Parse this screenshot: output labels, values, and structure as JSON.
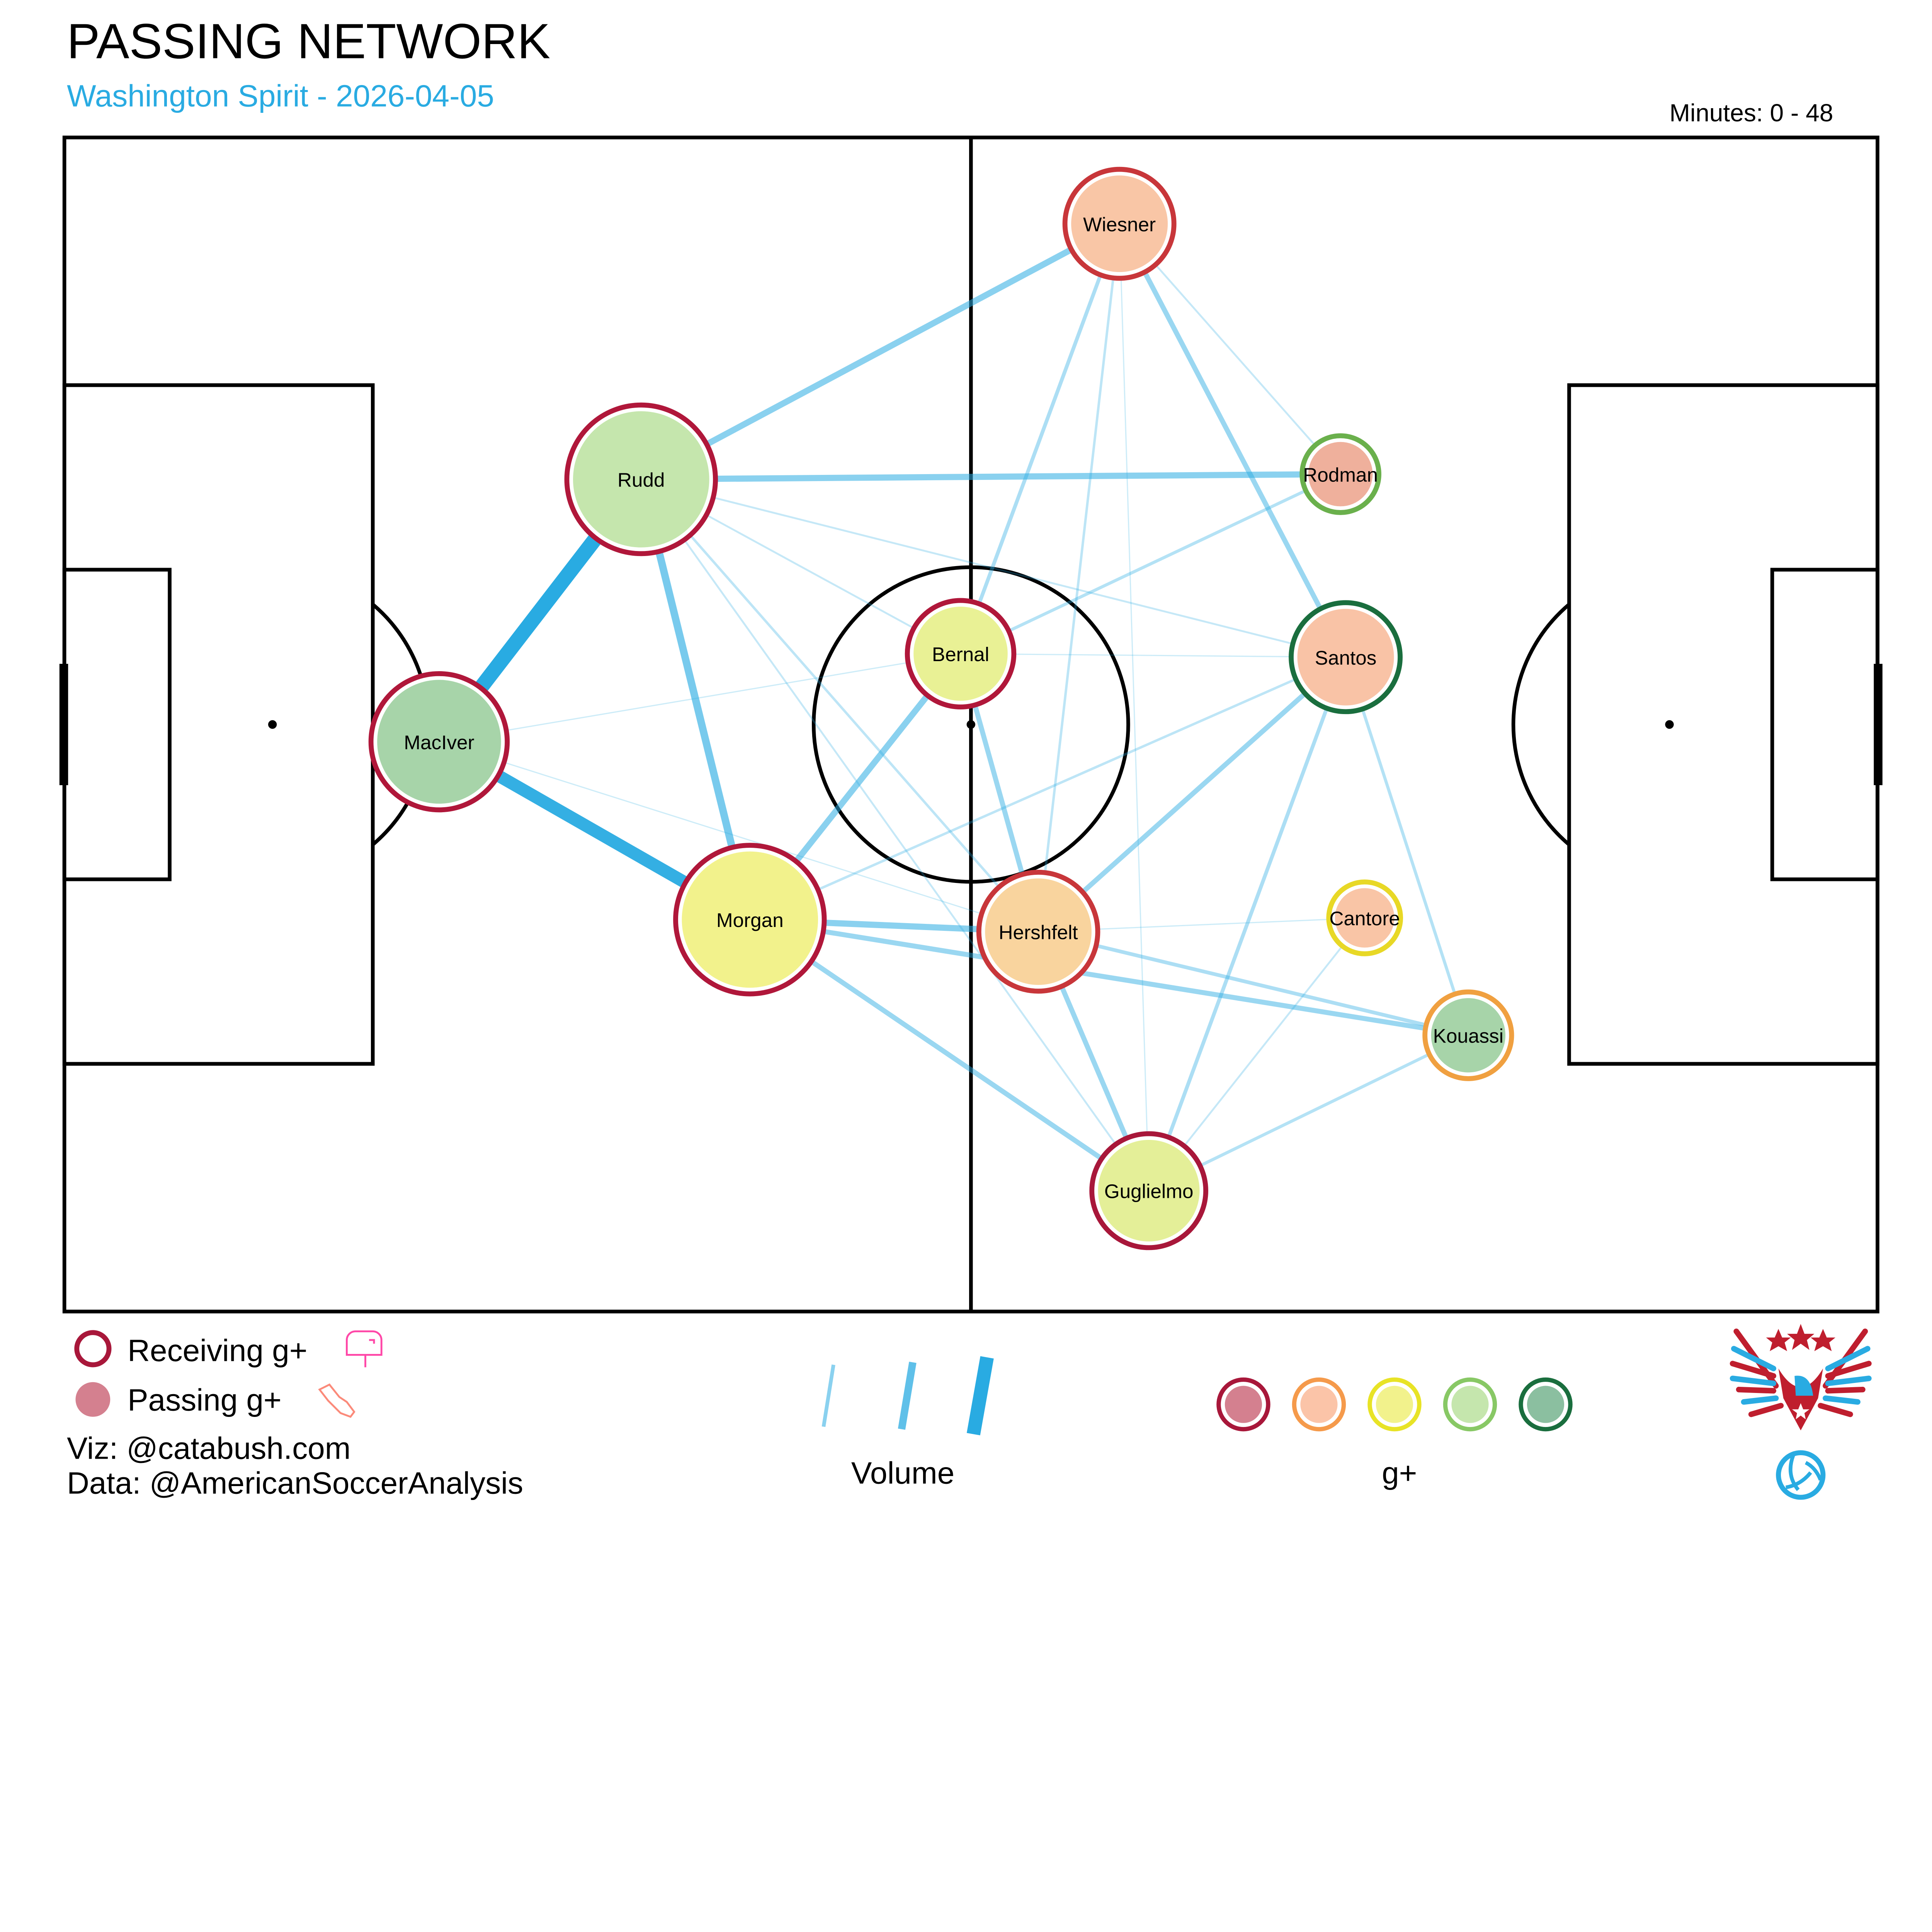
{
  "header": {
    "title": "PASSING NETWORK",
    "subtitle": "Washington Spirit - 2026-04-05",
    "minutes": "Minutes: 0 - 48"
  },
  "colors": {
    "accent": "#29abe2",
    "edge": "#29abe2",
    "logo_red": "#bf1e2e",
    "logo_blue": "#29abe2"
  },
  "chart_data": {
    "type": "network",
    "pitch_units": [
      105,
      68
    ],
    "players": [
      {
        "name": "Wiesner",
        "x": 61.1,
        "y": 5.0,
        "involvement": 46,
        "fill": "#f9c6a6",
        "ring": "#c8363a"
      },
      {
        "name": "Rudd",
        "x": 33.4,
        "y": 19.8,
        "involvement": 62,
        "fill": "#c5e6ad",
        "ring": "#b0173a"
      },
      {
        "name": "Rodman",
        "x": 73.9,
        "y": 19.5,
        "involvement": 33,
        "fill": "#efb09c",
        "ring": "#6ab04c"
      },
      {
        "name": "Bernal",
        "x": 51.9,
        "y": 29.9,
        "involvement": 45,
        "fill": "#e9f195",
        "ring": "#b0173a"
      },
      {
        "name": "Santos",
        "x": 74.2,
        "y": 30.1,
        "involvement": 46,
        "fill": "#f9c3a6",
        "ring": "#1a6e3e"
      },
      {
        "name": "MacIver",
        "x": 21.7,
        "y": 35.0,
        "involvement": 57,
        "fill": "#a7d4a9",
        "ring": "#b0173a"
      },
      {
        "name": "Morgan",
        "x": 39.7,
        "y": 45.3,
        "involvement": 62,
        "fill": "#f2f28c",
        "ring": "#b0173a"
      },
      {
        "name": "Hershfelt",
        "x": 56.4,
        "y": 46.0,
        "involvement": 50,
        "fill": "#f9d49e",
        "ring": "#c8363a"
      },
      {
        "name": "Cantore",
        "x": 75.3,
        "y": 45.2,
        "involvement": 31,
        "fill": "#f9c5a6",
        "ring": "#e8d826"
      },
      {
        "name": "Kouassi",
        "x": 81.3,
        "y": 52.0,
        "involvement": 37,
        "fill": "#a7d4a9",
        "ring": "#f0a040"
      },
      {
        "name": "Guglielmo",
        "x": 62.8,
        "y": 61.0,
        "involvement": 48,
        "fill": "#e4ef98",
        "ring": "#a8173a"
      }
    ],
    "edges": [
      {
        "from": "MacIver",
        "to": "Rudd",
        "passes": 12
      },
      {
        "from": "MacIver",
        "to": "Morgan",
        "passes": 10
      },
      {
        "from": "Rudd",
        "to": "Wiesner",
        "passes": 5
      },
      {
        "from": "Rudd",
        "to": "Rodman",
        "passes": 5
      },
      {
        "from": "Rudd",
        "to": "Morgan",
        "passes": 6
      },
      {
        "from": "Morgan",
        "to": "Bernal",
        "passes": 5
      },
      {
        "from": "Morgan",
        "to": "Hershfelt",
        "passes": 5
      },
      {
        "from": "Morgan",
        "to": "Kouassi",
        "passes": 4
      },
      {
        "from": "Morgan",
        "to": "Guglielmo",
        "passes": 4
      },
      {
        "from": "Bernal",
        "to": "Hershfelt",
        "passes": 4
      },
      {
        "from": "Bernal",
        "to": "Wiesner",
        "passes": 3
      },
      {
        "from": "Wiesner",
        "to": "Santos",
        "passes": 4
      },
      {
        "from": "Wiesner",
        "to": "Hershfelt",
        "passes": 2
      },
      {
        "from": "Wiesner",
        "to": "Rodman",
        "passes": 1.5
      },
      {
        "from": "Bernal",
        "to": "Rodman",
        "passes": 2.5
      },
      {
        "from": "Hershfelt",
        "to": "Santos",
        "passes": 4
      },
      {
        "from": "Hershfelt",
        "to": "Guglielmo",
        "passes": 4
      },
      {
        "from": "Hershfelt",
        "to": "Kouassi",
        "passes": 3
      },
      {
        "from": "Santos",
        "to": "Guglielmo",
        "passes": 3
      },
      {
        "from": "Santos",
        "to": "Kouassi",
        "passes": 2.5
      },
      {
        "from": "Guglielmo",
        "to": "Kouassi",
        "passes": 2.5
      },
      {
        "from": "Guglielmo",
        "to": "Cantore",
        "passes": 1.5
      },
      {
        "from": "Rudd",
        "to": "Hershfelt",
        "passes": 2
      },
      {
        "from": "Rudd",
        "to": "Santos",
        "passes": 1.5
      },
      {
        "from": "Rudd",
        "to": "Guglielmo",
        "passes": 1.5
      },
      {
        "from": "Rudd",
        "to": "Bernal",
        "passes": 1.5
      },
      {
        "from": "MacIver",
        "to": "Bernal",
        "passes": 1
      },
      {
        "from": "MacIver",
        "to": "Hershfelt",
        "passes": 1
      },
      {
        "from": "Morgan",
        "to": "Santos",
        "passes": 2
      },
      {
        "from": "Hershfelt",
        "to": "Cantore",
        "passes": 1
      },
      {
        "from": "Bernal",
        "to": "Santos",
        "passes": 1
      },
      {
        "from": "Wiesner",
        "to": "Guglielmo",
        "passes": 1
      }
    ]
  },
  "legend": {
    "receiving": "Receiving g+",
    "passing": "Passing g+",
    "volume": "Volume",
    "gplus": "g+",
    "gplus_colors": [
      "#d4808f",
      "#fbc4a8",
      "#f2f28c",
      "#c5e6ad",
      "#8bbfa0"
    ],
    "gplus_rings": [
      "#a8173a",
      "#f59a4b",
      "#e8e326",
      "#88c865",
      "#1a6e3e"
    ]
  },
  "credits": {
    "viz": "Viz: @catabush.com",
    "data": "Data: @AmericanSoccerAnalysis"
  }
}
